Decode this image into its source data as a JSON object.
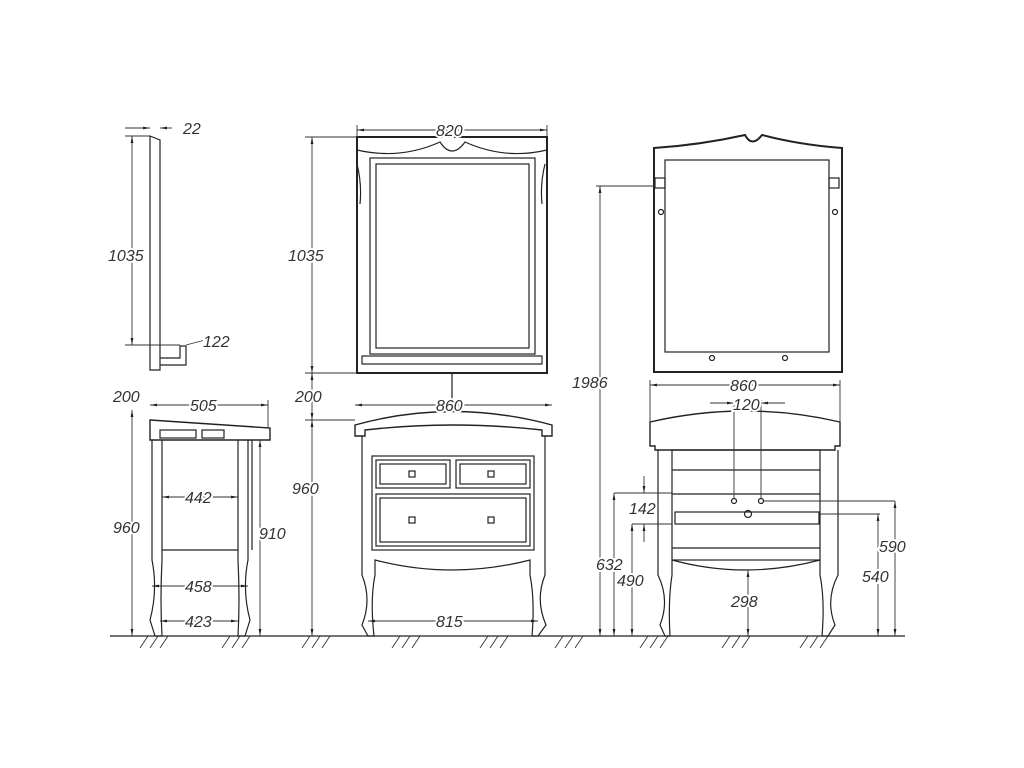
{
  "drawing": {
    "side_view": {
      "mirror_depth": "22",
      "mirror_height": "1035",
      "shelf_depth": "122",
      "top_overhang": "200",
      "top_depth": "505",
      "inner_depth": "442",
      "total_height": "960",
      "body_height": "910",
      "leg_depth_top": "458",
      "leg_depth_floor": "423"
    },
    "front_view": {
      "mirror_width": "820",
      "mirror_height": "1035",
      "gap": "200",
      "top_width": "860",
      "total_height": "960",
      "leg_span": "815"
    },
    "back_view": {
      "mount_height": "1986",
      "top_width": "860",
      "tap_spacing": "120",
      "drain_zone": "142",
      "upper_limit": "632",
      "lower_limit": "490",
      "tap_height": "590",
      "drain_height": "540",
      "apron_height": "298"
    }
  }
}
